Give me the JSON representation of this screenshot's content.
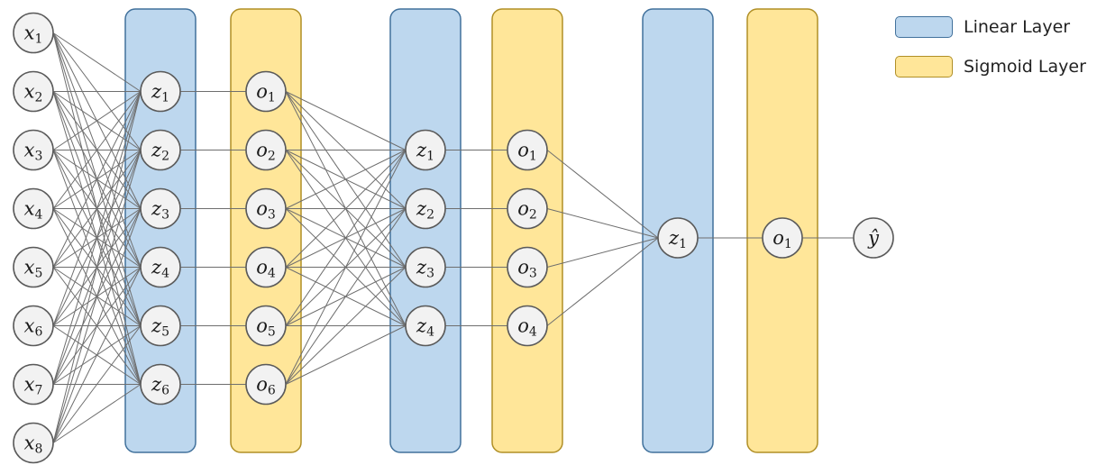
{
  "legend": {
    "items": [
      {
        "label": "Linear Layer",
        "type": "linear"
      },
      {
        "label": "Sigmoid Layer",
        "type": "sigmoid"
      }
    ]
  },
  "colors": {
    "linear_fill": "#bdd7ee",
    "linear_border": "#41719c",
    "sigmoid_fill": "#ffe699",
    "sigmoid_border": "#b08f26",
    "node_fill": "#f2f2f2",
    "node_border": "#5a5a5a",
    "edge": "#6e6e6e"
  },
  "network": {
    "input": {
      "symbol": "x",
      "count": 8
    },
    "blocks": [
      {
        "linear": {
          "symbol": "z",
          "count": 6
        },
        "sigmoid": {
          "symbol": "o",
          "count": 6
        }
      },
      {
        "linear": {
          "symbol": "z",
          "count": 4
        },
        "sigmoid": {
          "symbol": "o",
          "count": 4
        }
      },
      {
        "linear": {
          "symbol": "z",
          "count": 1
        },
        "sigmoid": {
          "symbol": "o",
          "count": 1
        }
      }
    ],
    "output": {
      "symbol": "ŷ"
    },
    "connections": [
      {
        "from": "input",
        "to": "block1.linear",
        "type": "fully-connected"
      },
      {
        "from": "block1.linear",
        "to": "block1.sigmoid",
        "type": "one-to-one"
      },
      {
        "from": "block1.sigmoid",
        "to": "block2.linear",
        "type": "fully-connected"
      },
      {
        "from": "block2.linear",
        "to": "block2.sigmoid",
        "type": "one-to-one"
      },
      {
        "from": "block2.sigmoid",
        "to": "block3.linear",
        "type": "fully-connected"
      },
      {
        "from": "block3.linear",
        "to": "block3.sigmoid",
        "type": "one-to-one"
      },
      {
        "from": "block3.sigmoid",
        "to": "output",
        "type": "one-to-one"
      }
    ]
  }
}
